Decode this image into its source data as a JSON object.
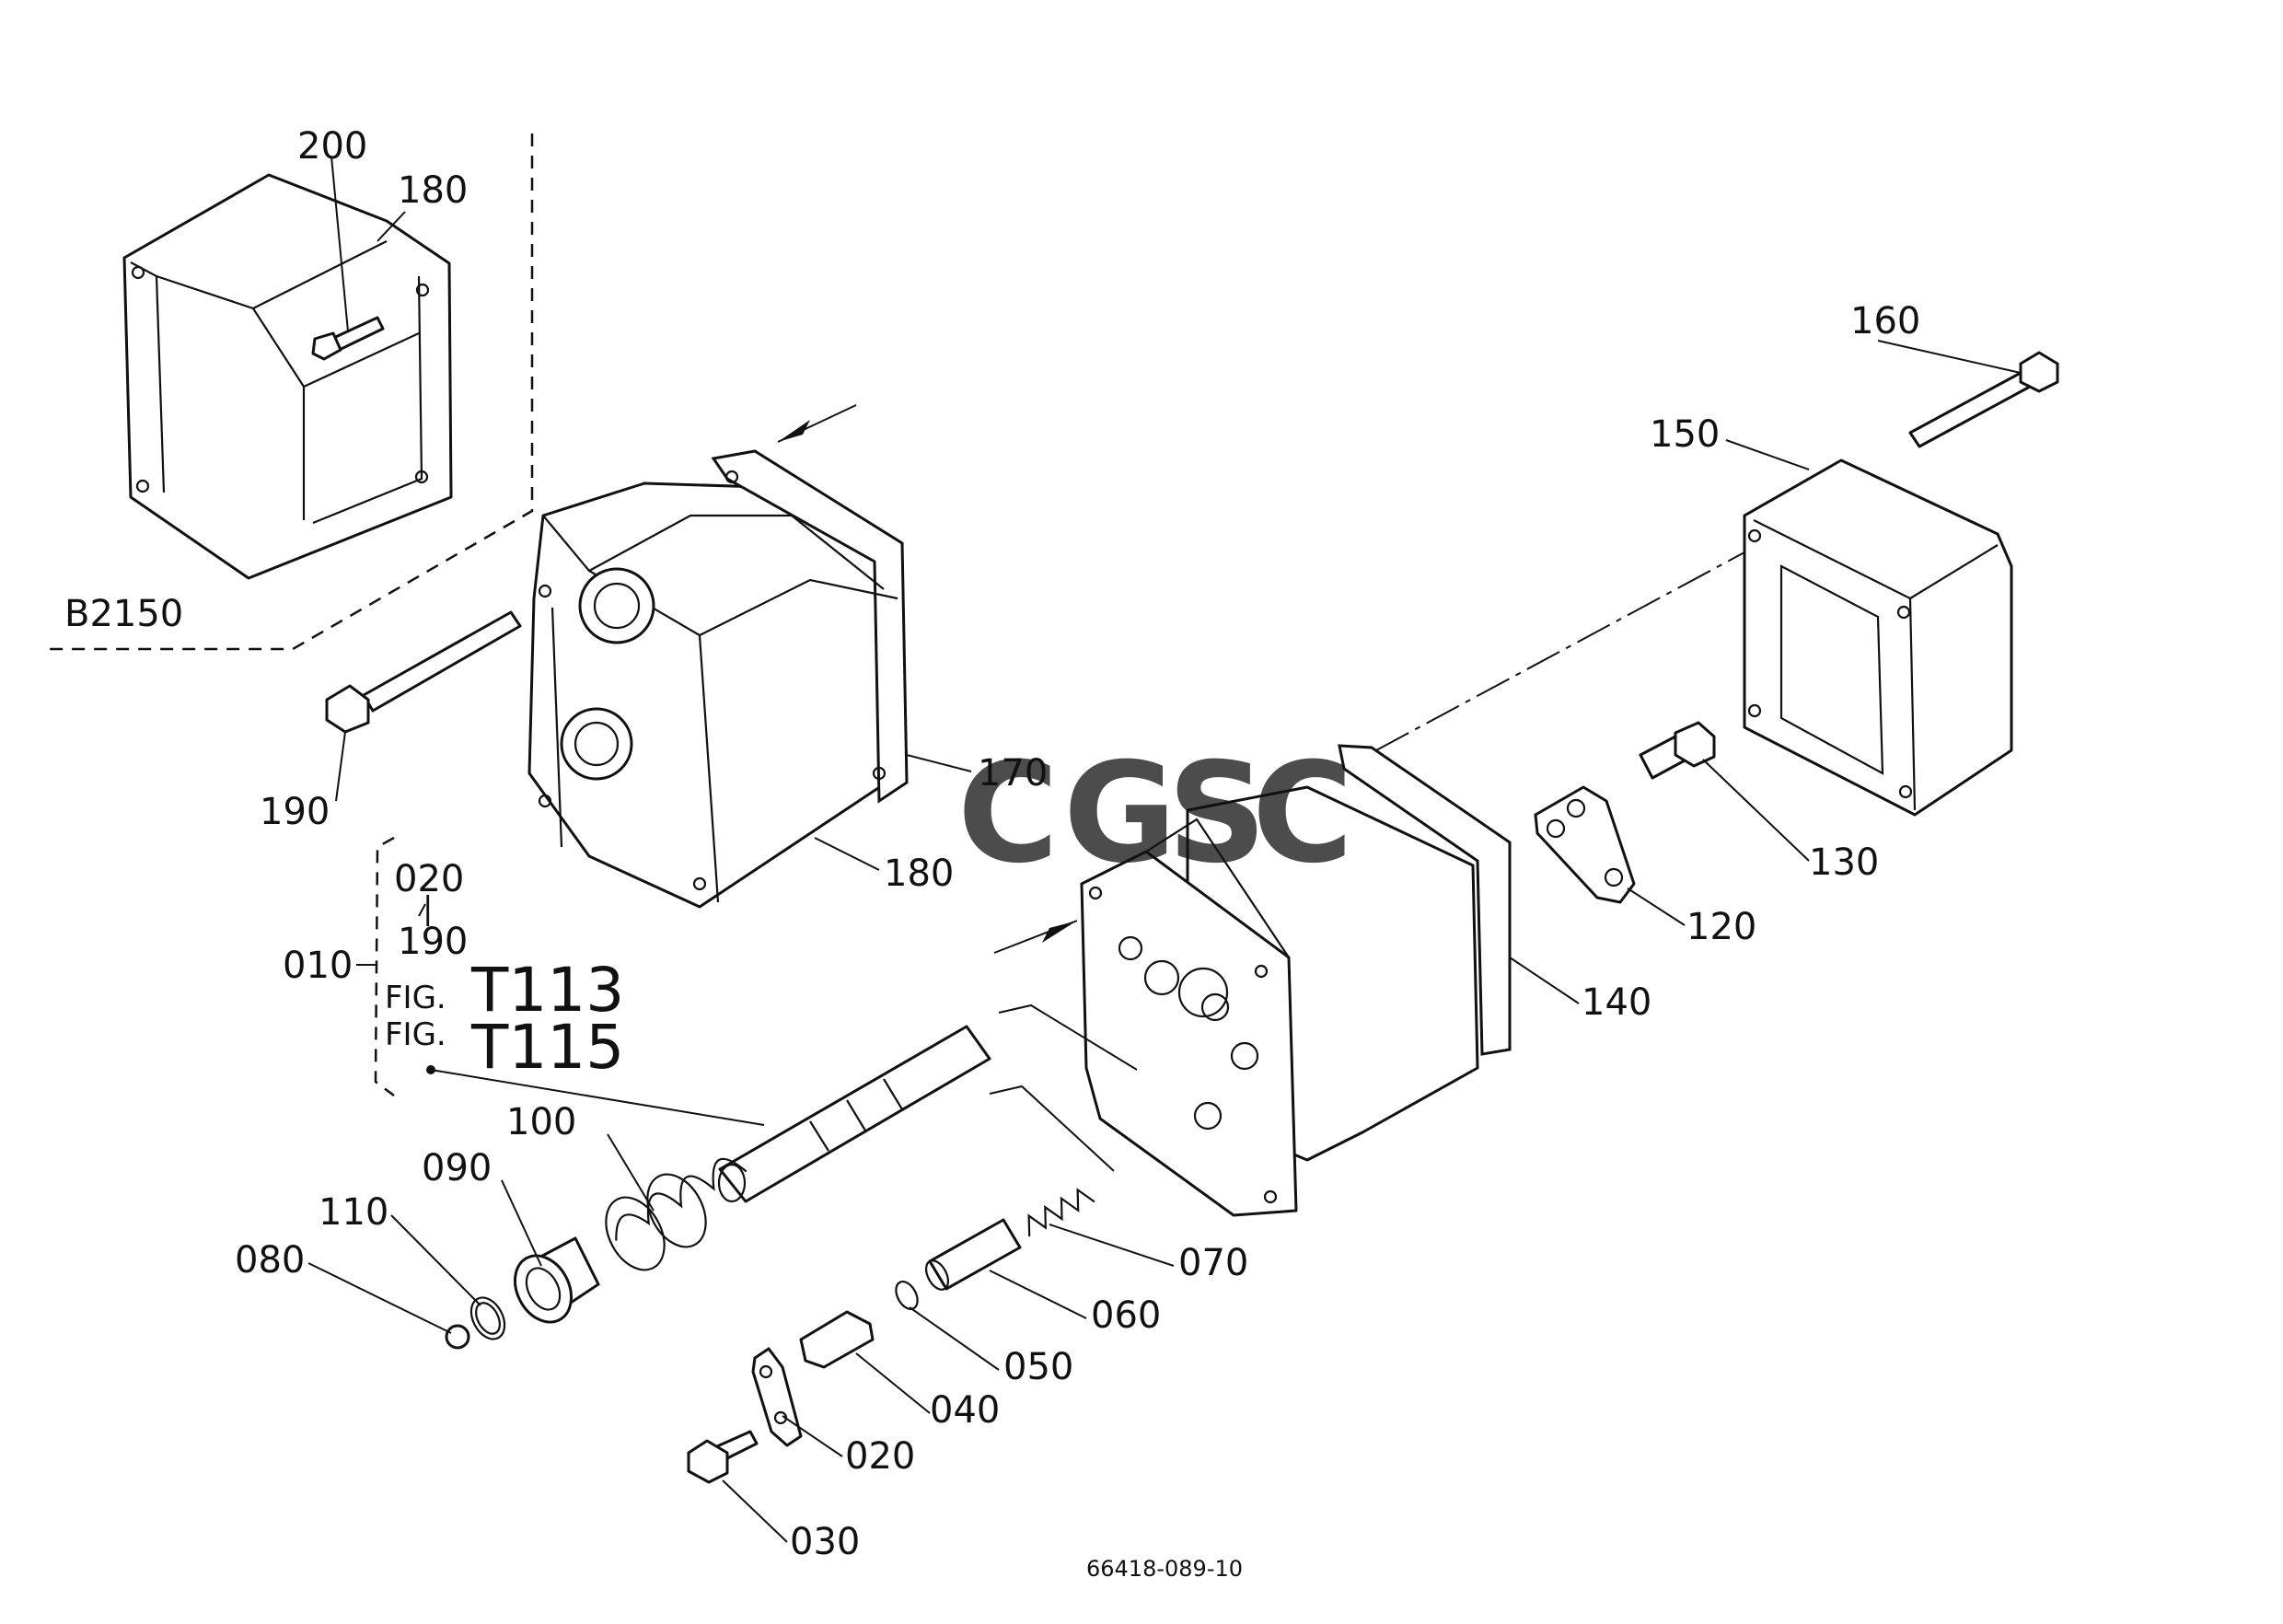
{
  "diagram": {
    "variant_label": "B2150",
    "drawing_number": "66418-089-10",
    "watermark": [
      "C",
      "G",
      "S",
      "C"
    ],
    "watermark_colors": [
      "#4285F4",
      "#EA4335",
      "#FBBC05",
      "#34A853"
    ],
    "assembly": {
      "number": "010",
      "includes_from": "020",
      "includes_sep": "|",
      "includes_to": "190",
      "fig_prefix": "FIG.",
      "figs": [
        "T113",
        "T115"
      ]
    },
    "callouts": {
      "c200": "200",
      "c180_top": "180",
      "c190": "190",
      "c170": "170",
      "c180_mid": "180",
      "c160": "160",
      "c150": "150",
      "c130": "130",
      "c120": "120",
      "c140": "140",
      "c100": "100",
      "c090": "090",
      "c110": "110",
      "c080": "080",
      "c070": "070",
      "c060": "060",
      "c050": "050",
      "c040": "040",
      "c020": "020",
      "c030": "030"
    }
  }
}
